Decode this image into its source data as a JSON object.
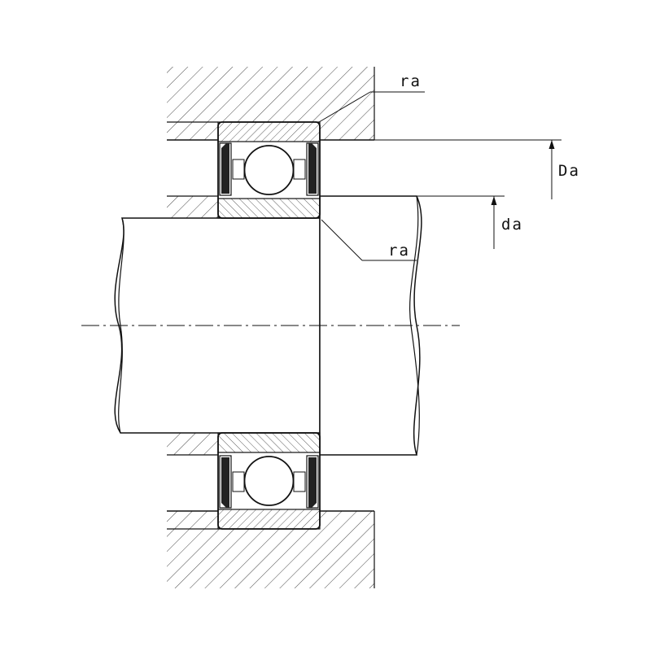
{
  "drawing": {
    "labels": {
      "ra_top": "ra",
      "ra_mid": "ra",
      "Da": "Da",
      "da": "da"
    }
  }
}
